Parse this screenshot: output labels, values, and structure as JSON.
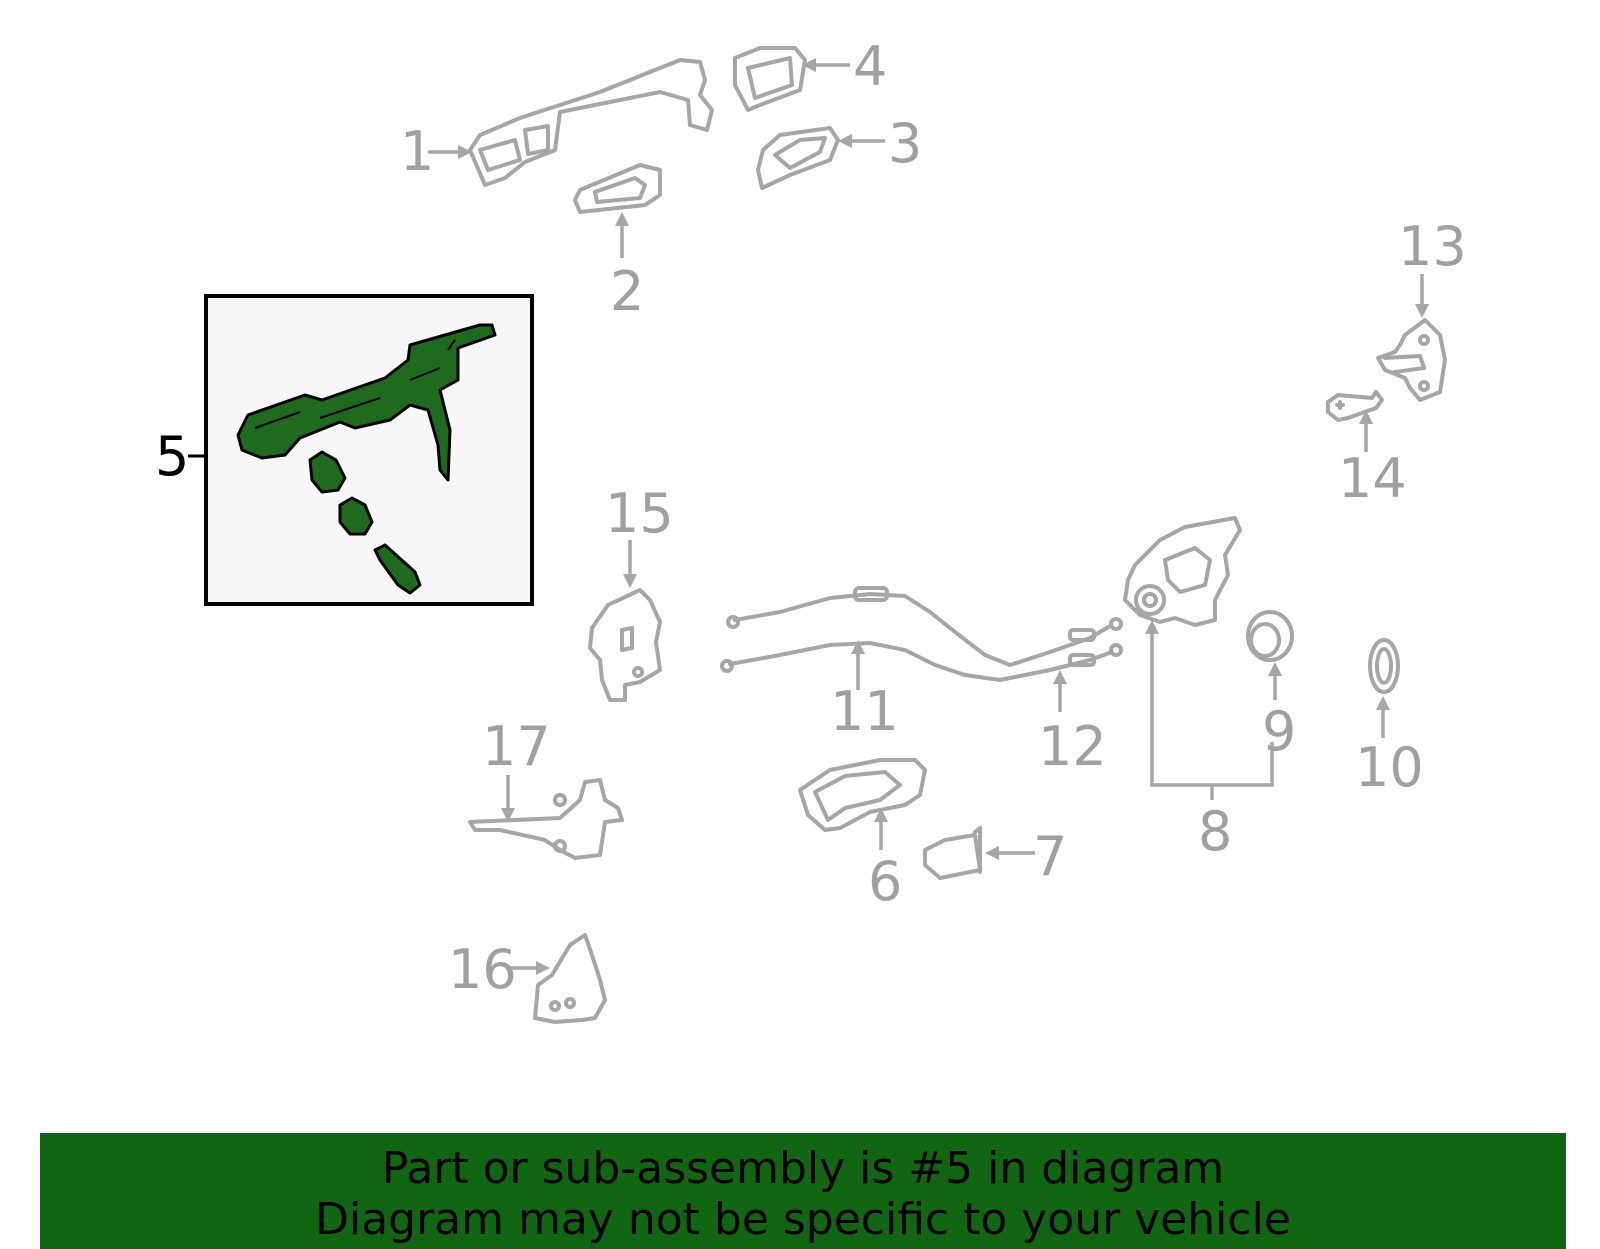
{
  "diagram": {
    "callouts": [
      "1",
      "2",
      "3",
      "4",
      "5",
      "6",
      "7",
      "8",
      "9",
      "10",
      "11",
      "12",
      "13",
      "14",
      "15",
      "16",
      "17"
    ],
    "highlighted_callout": "5",
    "colors": {
      "part_outline": "#a6a6a6",
      "highlight_fill": "#1e6b1e",
      "banner_bg": "#116611"
    }
  },
  "banner": {
    "line1": "Part or sub-assembly is #5 in diagram",
    "line2": "Diagram may not be specific to your vehicle"
  }
}
